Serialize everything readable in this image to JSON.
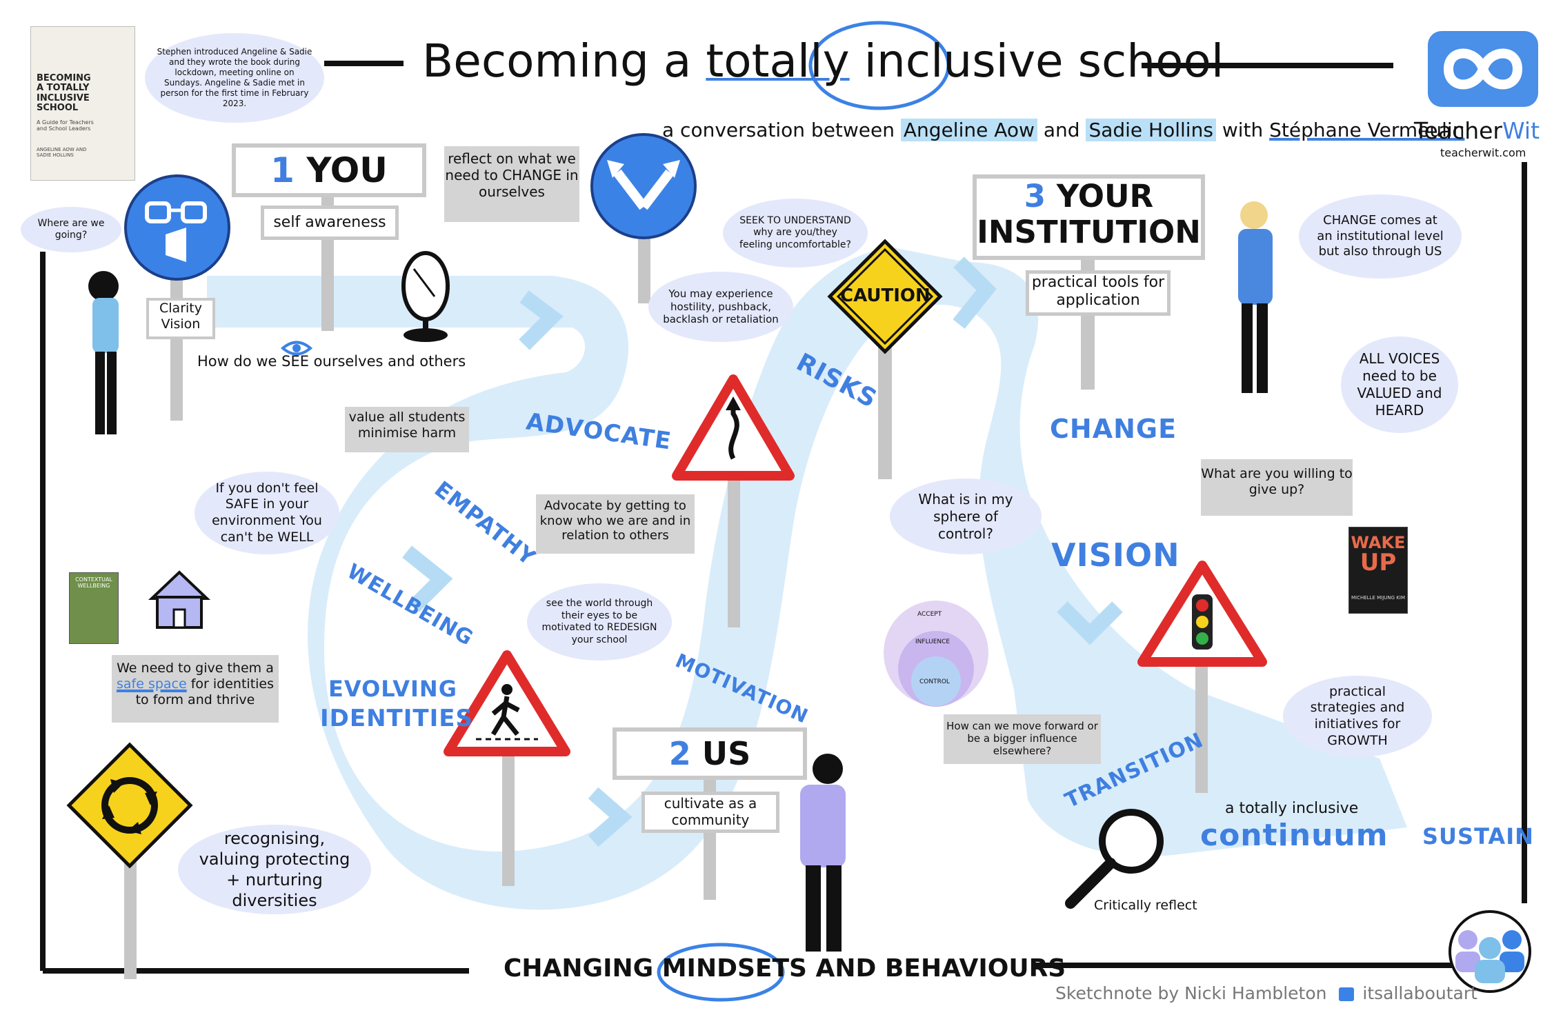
{
  "header": {
    "title_part1": "Becoming a",
    "title_part2": "totally",
    "title_part3": "inclusive",
    "title_part4": "school",
    "subtitle_prefix": "a conversation between",
    "name1": "Angeline Aow",
    "and": "and",
    "name2": "Sadie Hollins",
    "with": "with",
    "name3": "Stéphane Vermeulin",
    "intro_bubble": "Stephen introduced Angeline & Sadie and they wrote the book during lockdown, meeting online on Sundays. Angeline & Sadie met in person for the first time in February 2023."
  },
  "book": {
    "title": "BECOMING A TOTALLY INCLUSIVE SCHOOL",
    "subtitle": "A Guide for Teachers and School Leaders",
    "authors": "ANGELINE AOW AND SADIE HOLLINS"
  },
  "logo": {
    "brand_part1": "Teacher",
    "brand_part2": "Wit",
    "url": "teacherwit.com"
  },
  "section1": {
    "number": "1",
    "label": "YOU",
    "sublabel": "self awareness",
    "reflect": "reflect on what we need to CHANGE in ourselves",
    "clarity": "Clarity Vision",
    "where": "Where are we going?",
    "see": "How do we SEE ourselves and others"
  },
  "section2": {
    "number": "2",
    "label": "US",
    "sublabel": "cultivate as a community"
  },
  "section3": {
    "number": "3",
    "label_line1": "YOUR",
    "label_line2": "INSTITUTION",
    "sublabel": "practical tools for application"
  },
  "road_words": {
    "advocate": "ADVOCATE",
    "empathy": "EMPATHY",
    "wellbeing": "WELLBEING",
    "evolving": "EVOLVING",
    "identities": "IDENTITIES",
    "motivation": "MOTIVATION",
    "risks": "RISKS",
    "change": "CHANGE",
    "vision": "VISION",
    "transition": "TRANSITION",
    "continuum_prefix": "a totally inclusive",
    "continuum": "continuum",
    "sustain": "SUSTAIN"
  },
  "notes": {
    "value_students": "value all students minimise harm",
    "safe": "If you don't feel SAFE in your environment You can't be WELL",
    "advocate_note": "Advocate by getting to know who we are and in relation to others",
    "see_world": "see the world through their eyes to be motivated to REDESIGN your school",
    "seek": "SEEK TO UNDERSTAND why are you/they feeling uncomfortable?",
    "hostility": "You may experience hostility, pushback, backlash or retaliation",
    "caution": "CAUTION",
    "sphere": "What is in my sphere of control?",
    "move_forward": "How can we move forward or be a bigger influence elsewhere?",
    "change_inst": "CHANGE comes at an institutional level but also through US",
    "all_voices": "ALL VOICES need to be VALUED and HEARD",
    "willing": "What are you willing to give up?",
    "practical": "practical strategies and initiatives for GROWTH",
    "critically": "Critically reflect",
    "safe_space_prefix": "We need to give them a",
    "safe_space": "safe space",
    "safe_space_suffix": "for identities to form and thrive",
    "recognising": "recognising, valuing protecting + nurturing diversities"
  },
  "circles": {
    "outer": "ACCEPT",
    "middle": "INFLUENCE",
    "inner": "CONTROL"
  },
  "contextual_book": "CONTEXTUAL WELLBEING",
  "wake_book": {
    "title_line1": "WAKE",
    "title_line2": "UP",
    "author": "MICHELLE MIJUNG KIM"
  },
  "footer": {
    "changing": "CHANGING",
    "mindsets": "MINDSETS",
    "and_behaviours": "AND BEHAVIOURS",
    "credit": "Sketchnote by Nicki Hambleton",
    "handle": "itsallaboutart"
  },
  "colors": {
    "road": "#d9ecfa",
    "road_arrow": "#b6dcf5",
    "accent": "#3f7fe0",
    "sign_blue": "#3b82e6",
    "sign_red": "#e02b2b",
    "caution_yellow": "#f7d21c",
    "bubble": "#e4e8fb",
    "box_grey": "#d4d4d4"
  }
}
